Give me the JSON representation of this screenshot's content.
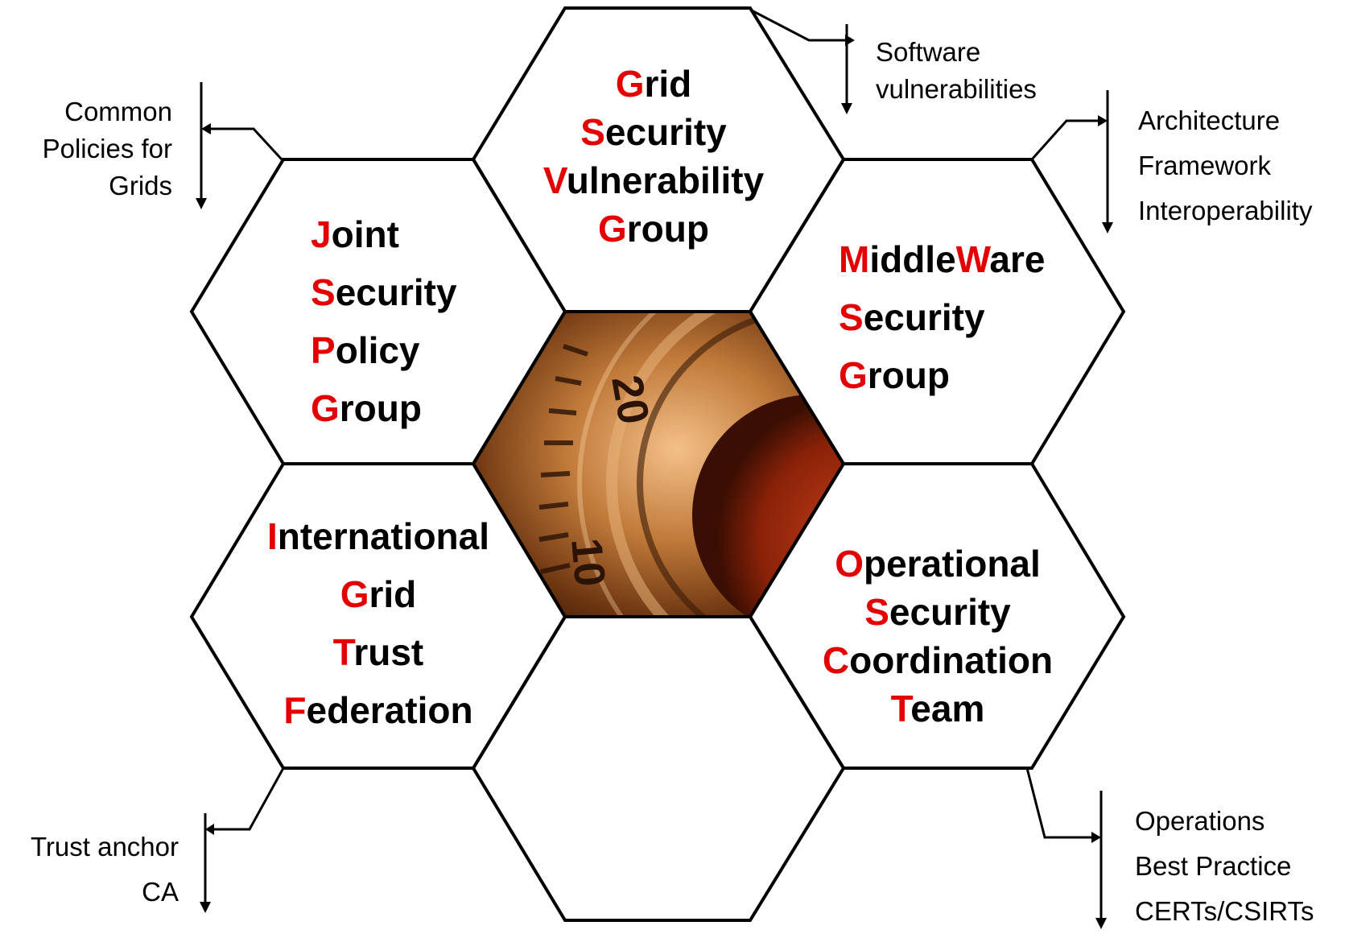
{
  "hexagons": {
    "top": {
      "lines": [
        {
          "first": "G",
          "rest": "rid"
        },
        {
          "first": "S",
          "rest": "ecurity"
        },
        {
          "first": "V",
          "rest": "ulnerability"
        },
        {
          "first": "G",
          "rest": "roup"
        }
      ]
    },
    "upper_left": {
      "lines": [
        {
          "first": "J",
          "rest": "oint"
        },
        {
          "first": "S",
          "rest": "ecurity"
        },
        {
          "first": "P",
          "rest": "olicy"
        },
        {
          "first": "G",
          "rest": "roup"
        }
      ]
    },
    "upper_right": {
      "lines": [
        {
          "first": "M",
          "rest": "iddle",
          "first2": "W",
          "rest2": "are"
        },
        {
          "first": "S",
          "rest": "ecurity"
        },
        {
          "first": "G",
          "rest": "roup"
        }
      ]
    },
    "lower_left": {
      "lines": [
        {
          "first": "I",
          "rest": "nternational"
        },
        {
          "first": "G",
          "rest": "rid"
        },
        {
          "first": "T",
          "rest": "rust"
        },
        {
          "first": "F",
          "rest": "ederation"
        }
      ]
    },
    "lower_right": {
      "lines": [
        {
          "first": "O",
          "rest": "perational"
        },
        {
          "first": "S",
          "rest": "ecurity"
        },
        {
          "first": "C",
          "rest": "oordination"
        },
        {
          "first": "T",
          "rest": "eam"
        }
      ]
    }
  },
  "notes": {
    "software": [
      "Software",
      "vulnerabilities"
    ],
    "common_policies": [
      "Common",
      "Policies for",
      "Grids"
    ],
    "architecture": [
      "Architecture",
      "Framework",
      "Interoperability"
    ],
    "trust_anchor": [
      "Trust anchor",
      "CA"
    ],
    "operations": [
      "Operations",
      "Best Practice",
      "CERTs/CSIRTs"
    ]
  },
  "colors": {
    "accent": "#e30000",
    "outline": "#000000"
  }
}
